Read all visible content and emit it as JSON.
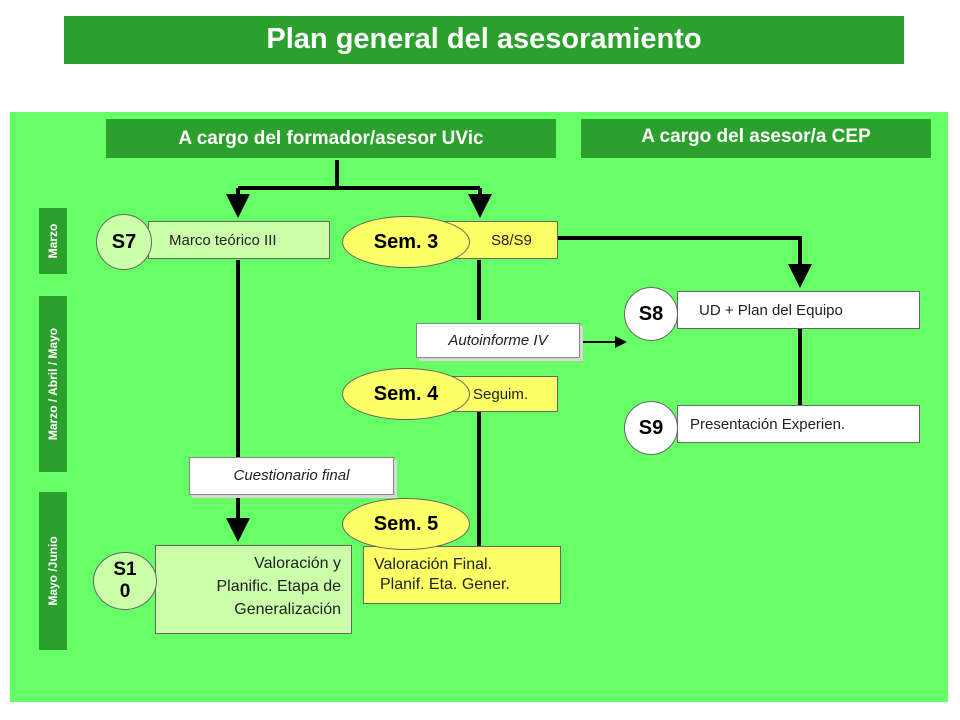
{
  "title": "Plan general del asesoramiento",
  "headers": {
    "uvic": "A cargo del formador/asesor UVic",
    "cep": "A cargo del asesor/a CEP"
  },
  "periods": [
    "Marzo",
    "Marzo / Abril / Mayo",
    "Mayo /Junio"
  ],
  "boxes": {
    "marco": "Marco teórico III",
    "s8s9": "S8/S9",
    "seguim": "Seguim.",
    "ud_plan": "UD + Plan del Equipo",
    "presentacion": "Presentación Experien.",
    "valoracion_line1": "Valoración y",
    "valoracion_line2": "Planific. Etapa de",
    "valoracion_line3": "Generalización",
    "valfinal_line1": "Valoración Final.",
    "valfinal_line2": "Planif. Eta. Gener."
  },
  "ovals": {
    "s7": "S7",
    "sem3": "Sem. 3",
    "sem4": "Sem. 4",
    "sem5": "Sem. 5",
    "s8": "S8",
    "s9": "S9",
    "s10_line1": "S1",
    "s10_line2": "0"
  },
  "callouts": {
    "autoinforme": "Autoinforme IV",
    "cuestionario": "Cuestionario final"
  },
  "colors": {
    "dark_green": "#2ca02c",
    "bright_green": "#66ff66",
    "light_green": "#ccffaa",
    "yellow": "#ffff66"
  }
}
